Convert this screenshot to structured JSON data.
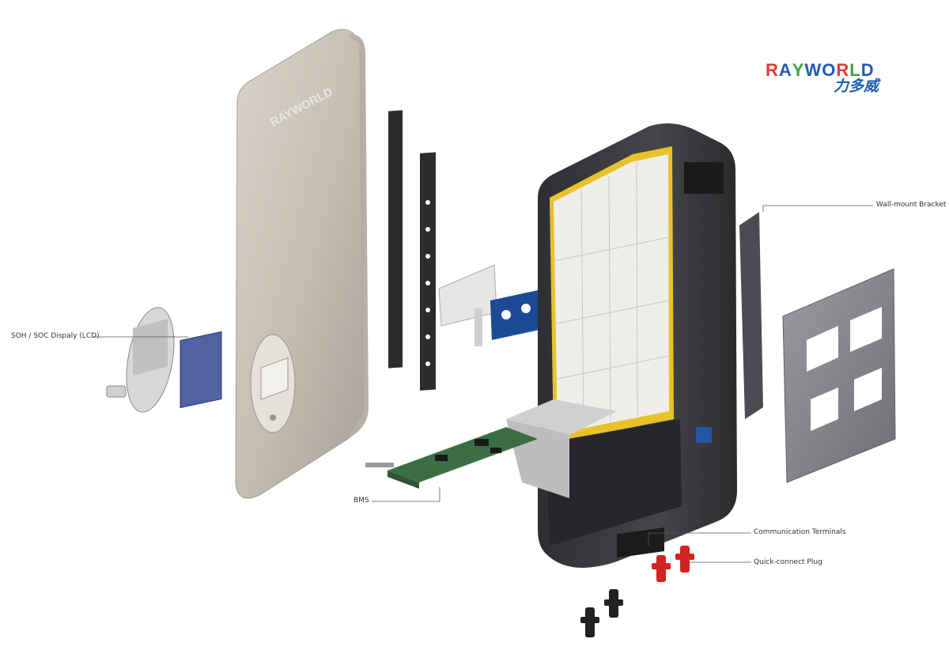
{
  "brand": {
    "letters": [
      "R",
      "A",
      "Y",
      "W",
      "O",
      "R",
      "L",
      "D"
    ],
    "letter_colors": [
      "#e53935",
      "#1e5bb8",
      "#43a047",
      "#1e5bb8",
      "#1e5bb8",
      "#e53935",
      "#43a047",
      "#1e5bb8"
    ],
    "chinese": "力多威",
    "chinese_color": "#1d5fb5"
  },
  "labels": {
    "lcd": "SOH / SOC Dispaly (LCD)",
    "bms": "BMS",
    "bracket": "Wall-mount Bracket",
    "comm": "Communication Terminals",
    "plug": "Quick-connect Plug"
  },
  "colors": {
    "cover": "#c9c2b8",
    "housing": "#3a3b3e",
    "cell_tray": "#e8c22a",
    "cell": "#eeeeee",
    "pcb": "#3c6e43",
    "module": "#2456a6",
    "plug_red": "#d32222",
    "plug_black": "#222222",
    "bracket": "#8a8c90"
  }
}
